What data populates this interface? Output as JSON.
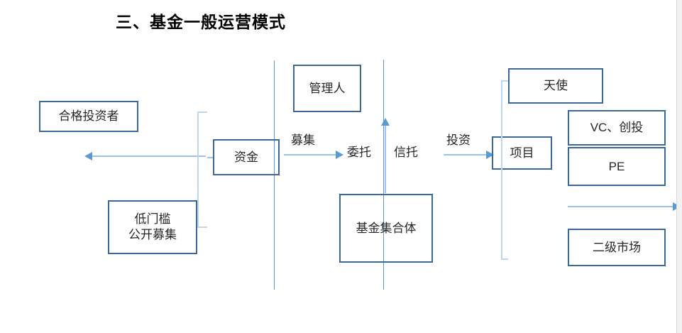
{
  "title": "三、基金一般运营模式",
  "boxes": {
    "qualified_investor": "合格投资者",
    "low_threshold": "低门槛\n公开募集",
    "capital": "资金",
    "manager": "管理人",
    "fund_pool": "基金集合体",
    "project": "项目",
    "angel": "天使",
    "vc": "VC、创投",
    "pe": "PE",
    "secondary_market": "二级市场"
  },
  "labels": {
    "raise": "募集",
    "entrust": "委托",
    "trust": "信托",
    "invest": "投资"
  },
  "colors": {
    "box_border": "#3C6898",
    "arrow_shaft": "#9DC3E6",
    "arrow_head": "#5B9BD5",
    "divider_line": "#5B9BD5",
    "bracket": "#BDD7EE",
    "text": "#262626",
    "title": "#000000"
  }
}
